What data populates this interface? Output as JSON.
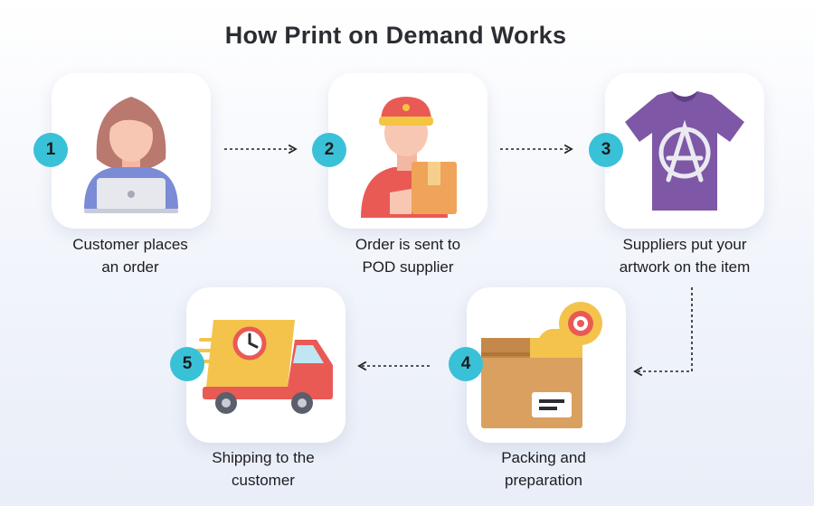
{
  "title": "How Print on Demand Works",
  "steps": [
    {
      "number": "1",
      "label": "Customer places\nan order"
    },
    {
      "number": "2",
      "label": "Order is sent to\nPOD supplier"
    },
    {
      "number": "3",
      "label": "Suppliers put your\nartwork on the item"
    },
    {
      "number": "4",
      "label": "Packing and\npreparation"
    },
    {
      "number": "5",
      "label": "Shipping to the\ncustomer"
    }
  ],
  "colors": {
    "badge": "#39c1d8",
    "card": "#ffffff",
    "background": "#eef2fa"
  },
  "icons": [
    "customer-laptop-icon",
    "delivery-person-icon",
    "tshirt-icon",
    "package-box-icon",
    "delivery-truck-icon"
  ]
}
